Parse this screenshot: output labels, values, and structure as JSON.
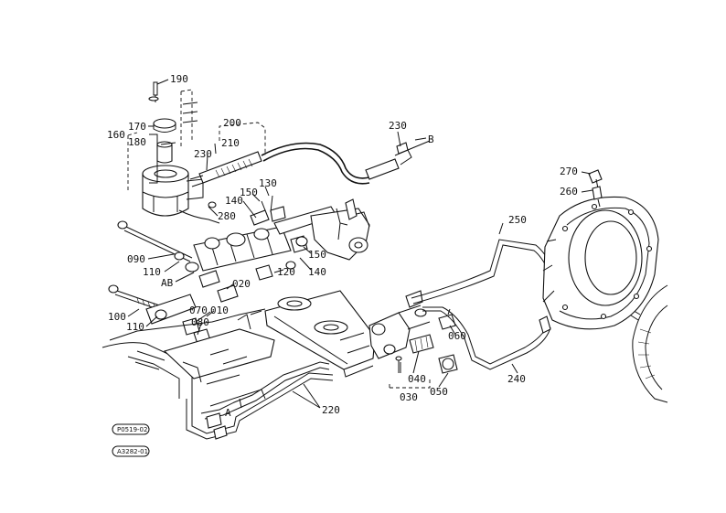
{
  "callouts": [
    {
      "id": "c190",
      "text": "190"
    },
    {
      "id": "c170",
      "text": "170"
    },
    {
      "id": "c160",
      "text": "160"
    },
    {
      "id": "c180",
      "text": "180"
    },
    {
      "id": "c200",
      "text": "200"
    },
    {
      "id": "c210",
      "text": "210"
    },
    {
      "id": "c230a",
      "text": "230"
    },
    {
      "id": "c230b",
      "text": "230"
    },
    {
      "id": "cB",
      "text": "B"
    },
    {
      "id": "c270",
      "text": "270"
    },
    {
      "id": "c260",
      "text": "260"
    },
    {
      "id": "c150a",
      "text": "150"
    },
    {
      "id": "c130",
      "text": "130"
    },
    {
      "id": "c140a",
      "text": "140"
    },
    {
      "id": "c280",
      "text": "280"
    },
    {
      "id": "c250",
      "text": "250"
    },
    {
      "id": "c090",
      "text": "090"
    },
    {
      "id": "c110a",
      "text": "110"
    },
    {
      "id": "cAB",
      "text": "AB"
    },
    {
      "id": "c020",
      "text": "020"
    },
    {
      "id": "c120",
      "text": "120"
    },
    {
      "id": "c150b",
      "text": "150"
    },
    {
      "id": "c140b",
      "text": "140"
    },
    {
      "id": "c070",
      "text": "070"
    },
    {
      "id": "c010",
      "text": "010"
    },
    {
      "id": "c080",
      "text": "080"
    },
    {
      "id": "c100",
      "text": "100"
    },
    {
      "id": "c110b",
      "text": "110"
    },
    {
      "id": "c060",
      "text": "060"
    },
    {
      "id": "c040",
      "text": "040"
    },
    {
      "id": "c050",
      "text": "050"
    },
    {
      "id": "c030",
      "text": "030"
    },
    {
      "id": "c240",
      "text": "240"
    },
    {
      "id": "c220",
      "text": "220"
    },
    {
      "id": "cA",
      "text": "A"
    }
  ],
  "reference_tags": [
    {
      "id": "tag1",
      "text": "P0519-02"
    },
    {
      "id": "tag2",
      "text": "A3282-01"
    }
  ]
}
